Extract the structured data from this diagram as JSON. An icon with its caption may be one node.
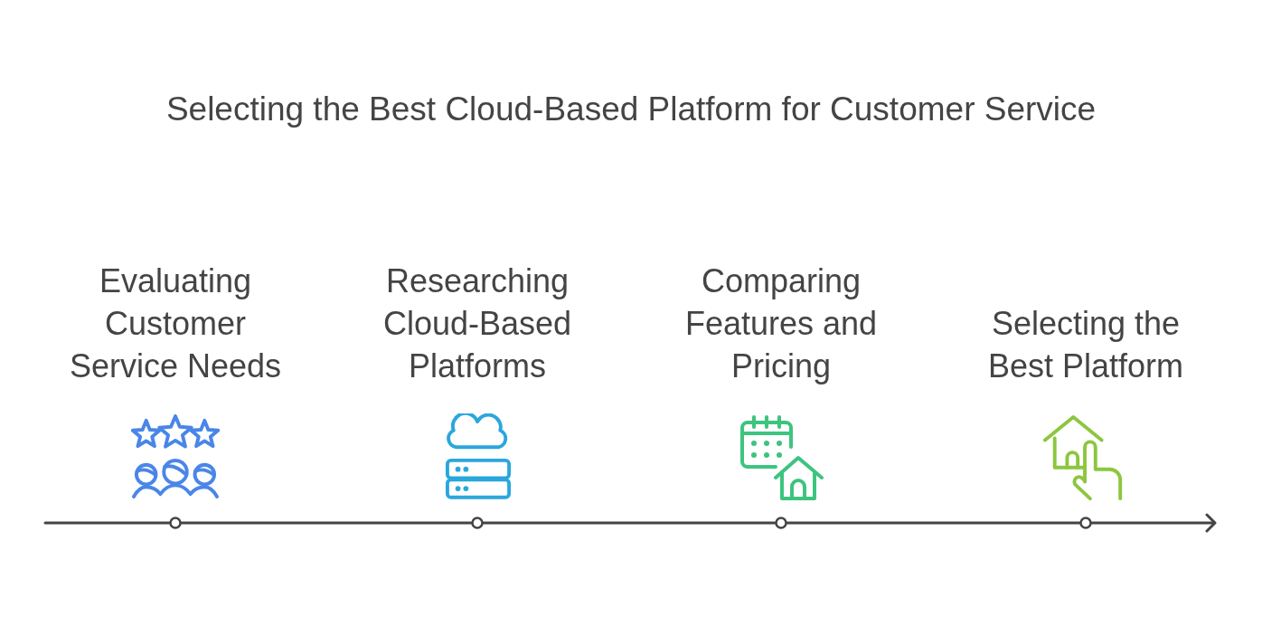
{
  "diagram": {
    "title": "Selecting the Best Cloud-Based Platform for Customer Service",
    "labels": [
      "Evaluating Customer Service Needs",
      "Researching Cloud-Based Platforms",
      "Comparing Features and Pricing",
      "Selecting the Best Platform"
    ]
  }
}
